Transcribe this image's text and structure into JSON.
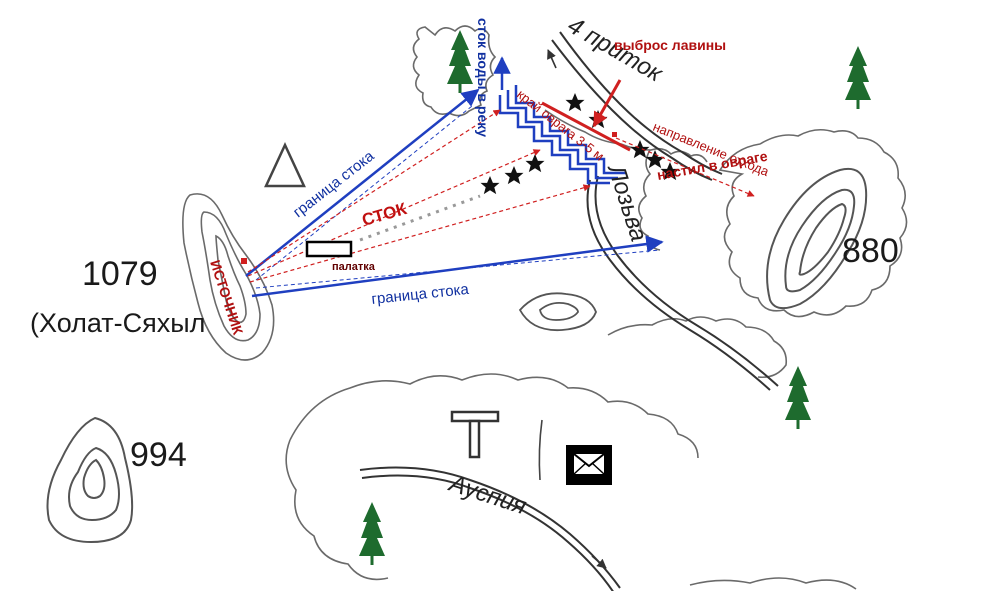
{
  "map": {
    "peaks": [
      {
        "id": "1079",
        "height_label": "1079",
        "name_label": "(Холат-Сяхыл"
      },
      {
        "id": "994",
        "height_label": "994"
      },
      {
        "id": "880",
        "height_label": "880"
      }
    ],
    "rivers": [
      {
        "id": "pritok",
        "label": "4 приток"
      },
      {
        "id": "lozva",
        "label": "Лозьва"
      },
      {
        "id": "auspiya",
        "label": "Ауспия"
      }
    ],
    "annotations": {
      "stok_vody": "сток воды в реку",
      "vybros": "выброс лавины",
      "kray_ovraga": "край оврага 3-5 м",
      "napravlenie": "направление отхода",
      "nastil": "настил в овраге",
      "stok": "СТОК",
      "palatka": "палатка",
      "istochnik": "ИСТОЧНИК",
      "granica_top": "граница стока",
      "granica_bottom": "граница стока"
    },
    "colors": {
      "blue_arrow": "#1f3fc0",
      "red_arrow": "#d02020",
      "terrain": "#6a6a6a",
      "tree": "#1e6b2e"
    },
    "icons": [
      "tree-icon",
      "triangle-marker-icon",
      "star-icon",
      "tent-icon",
      "t-marker-icon",
      "envelope-icon"
    ]
  }
}
